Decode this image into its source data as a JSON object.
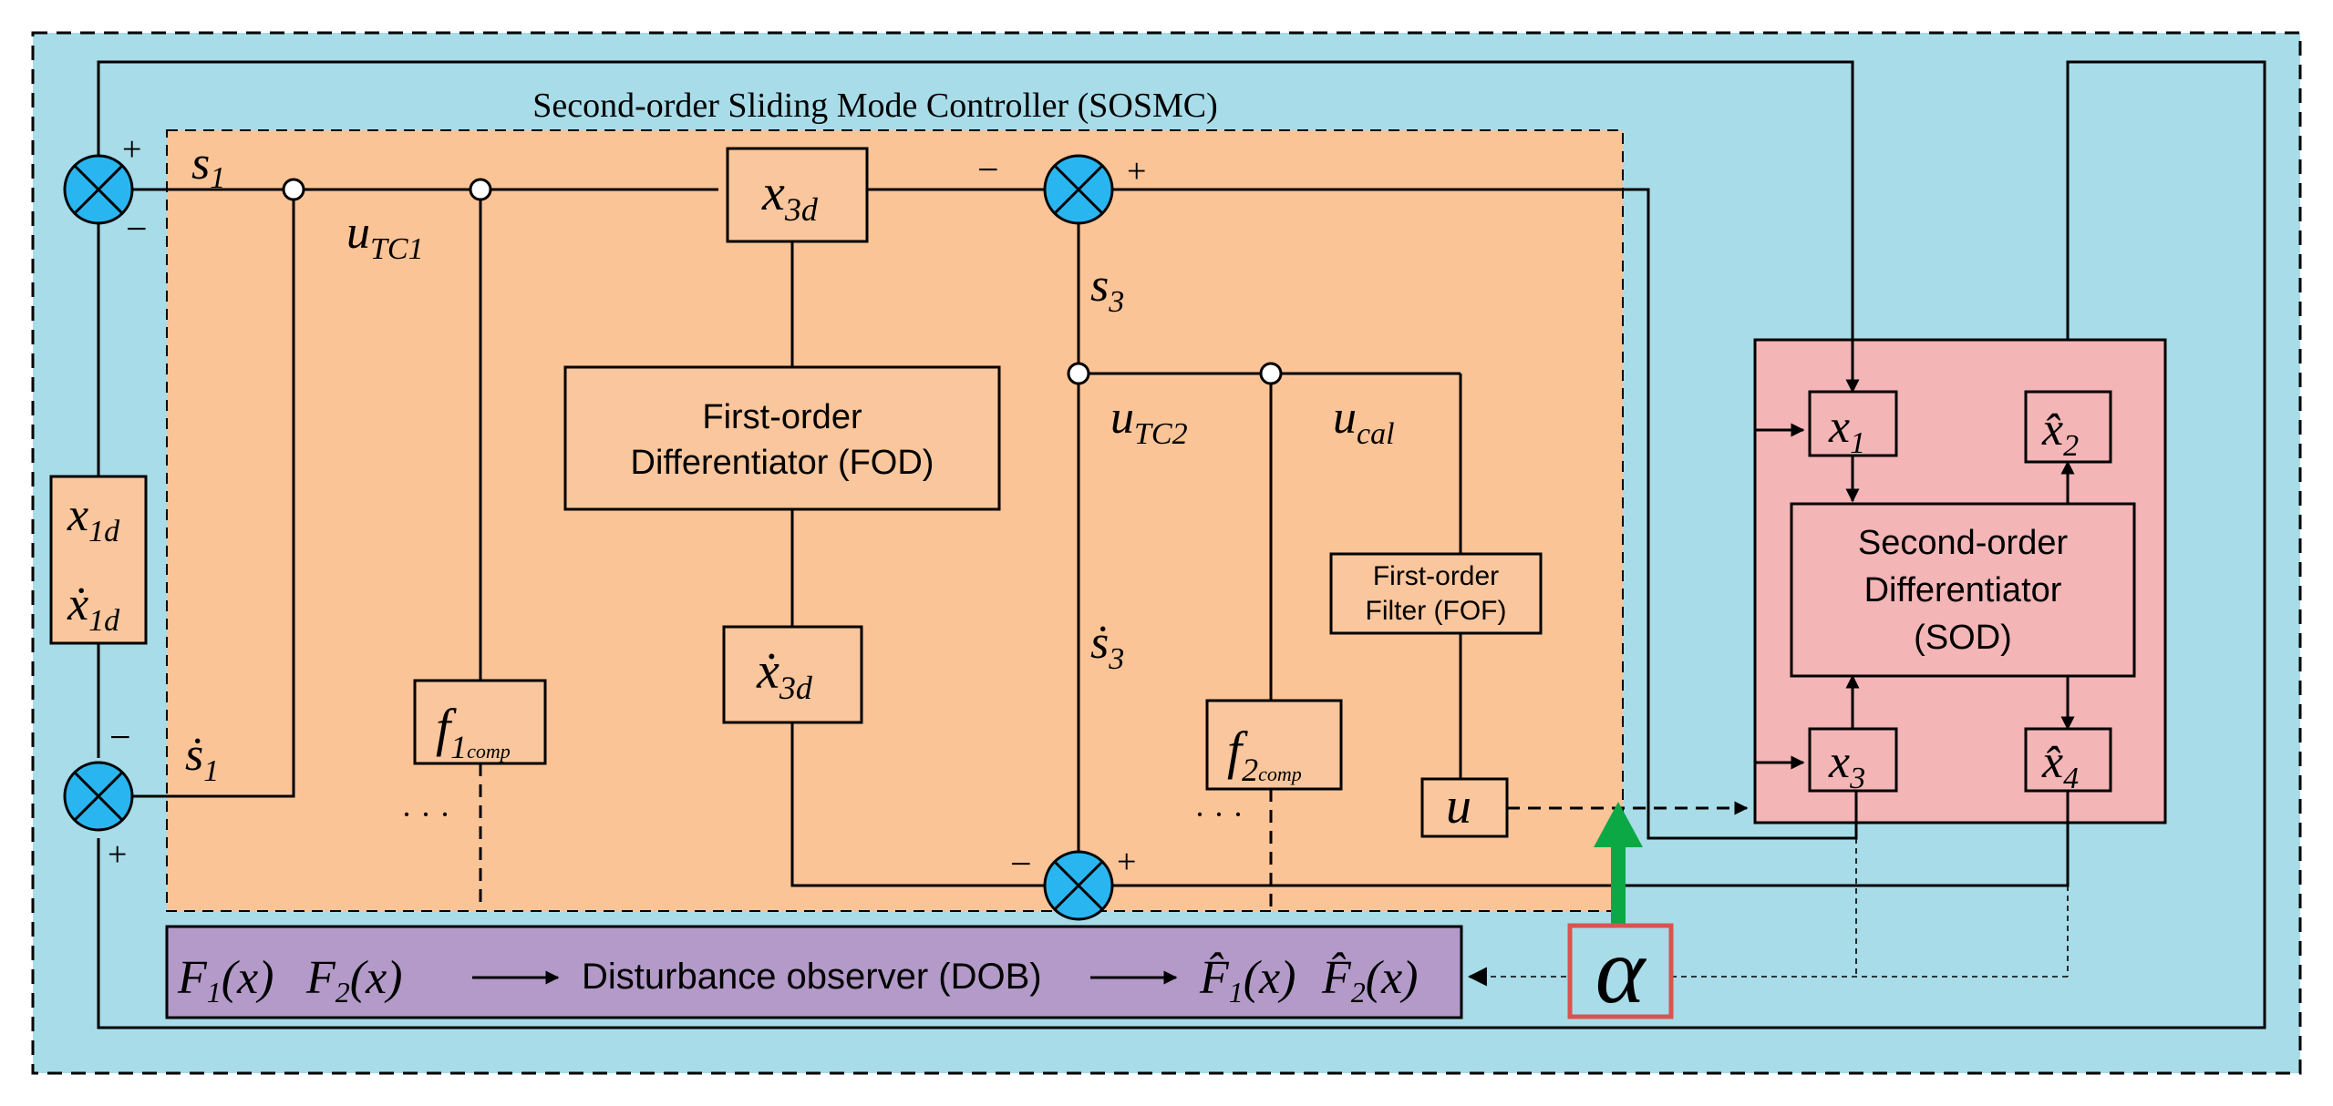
{
  "title": "Second-order Sliding Mode Controller (SOSMC)",
  "colors": {
    "outer_bg": "#a8dce9",
    "sosmc_bg": "#fbc497",
    "sod_bg": "#f3b5b6",
    "dob_bg": "#b39ac8",
    "summing_junction": "#29b6f0",
    "alpha_arrow": "#0ba845",
    "alpha_border": "#d9534f"
  },
  "icons": {
    "summing_junction": "circle-with-cross-icon",
    "alpha_arrow": "up-arrow-icon"
  },
  "signals": {
    "s1": "s",
    "s1_sub": "1",
    "utc1": "u",
    "utc1_sub": "TC1",
    "s3": "s",
    "s3_sub": "3",
    "utc2": "u",
    "utc2_sub": "TC2",
    "ucal": "u",
    "ucal_sub": "cal",
    "s1dot": "ṡ",
    "s1dot_sub": "1",
    "s3dot": "ṡ",
    "s3dot_sub": "3"
  },
  "signs": {
    "plus": "+",
    "minus": "−"
  },
  "blocks": {
    "x3d": {
      "main": "x",
      "sub": "3d"
    },
    "fod_line1": "First-order",
    "fod_line2": "Differentiator (FOD)",
    "x3d_dot": {
      "main": "ẋ",
      "sub": "3d"
    },
    "f1comp": {
      "main": "f",
      "sub": "1",
      "subsub": "comp"
    },
    "f2comp": {
      "main": "f",
      "sub": "2",
      "subsub": "comp"
    },
    "fof_line1": "First-order",
    "fof_line2": "Filter (FOF)",
    "u": "u",
    "x1d": {
      "main": "x",
      "sub": "1d"
    },
    "x1d_dot": {
      "main": "ẋ",
      "sub": "1d"
    },
    "sod_line1": "Second-order",
    "sod_line2": "Differentiator",
    "sod_line3": "(SOD)",
    "sod_x1": {
      "main": "x",
      "sub": "1"
    },
    "sod_x2hat": {
      "main": "x̂",
      "sub": "2"
    },
    "sod_x3": {
      "main": "x",
      "sub": "3"
    },
    "sod_x4hat": {
      "main": "x̂",
      "sub": "4"
    },
    "ellipsis": "· · ·",
    "alpha": "α"
  },
  "dob": {
    "F1": {
      "main": "F",
      "sub": "1",
      "arg": "(x)"
    },
    "F2": {
      "main": "F",
      "sub": "2",
      "arg": "(x)"
    },
    "label": "Disturbance observer (DOB)",
    "F1hat": {
      "main": "F̂",
      "sub": "1",
      "arg": "(x)"
    },
    "F2hat": {
      "main": "F̂",
      "sub": "2",
      "arg": "(x)"
    }
  }
}
